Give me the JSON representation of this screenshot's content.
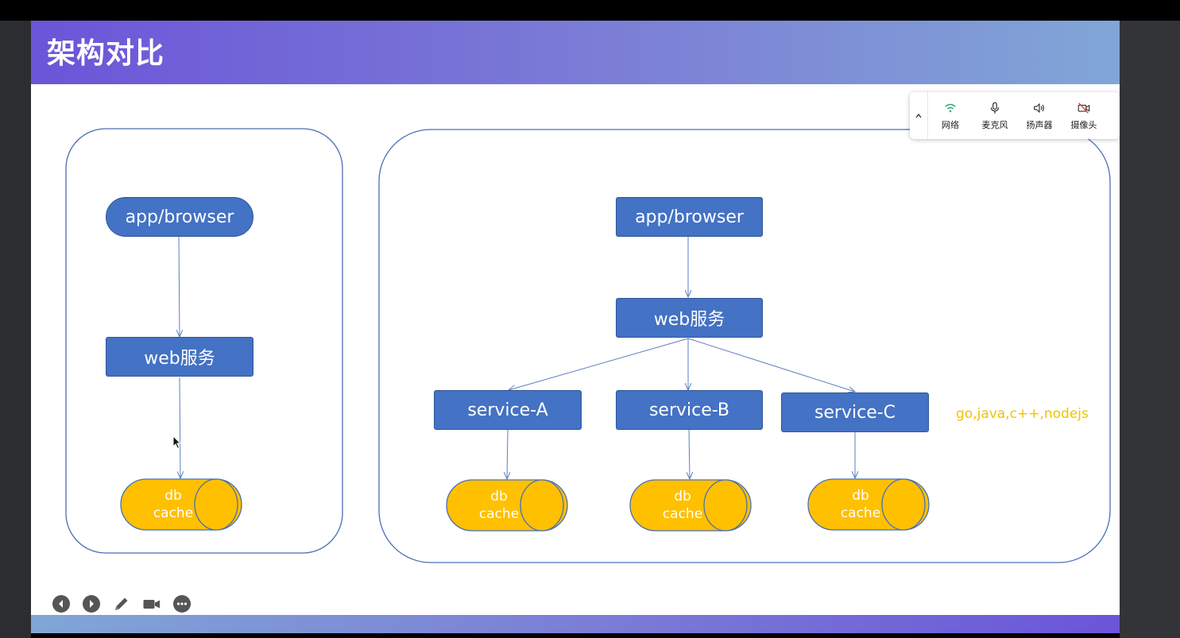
{
  "slide": {
    "title": "架构对比"
  },
  "left_diagram": {
    "client": "app/browser",
    "web": "web服务",
    "db_line1": "db",
    "db_line2": "cache"
  },
  "right_diagram": {
    "client": "app/browser",
    "web": "web服务",
    "services": [
      "service-A",
      "service-B",
      "service-C"
    ],
    "db_line1": "db",
    "db_line2": "cache",
    "annotation": "go,java,c++,nodejs"
  },
  "av_panel": {
    "items": [
      {
        "label": "网络",
        "icon": "wifi-icon"
      },
      {
        "label": "麦克风",
        "icon": "microphone-icon"
      },
      {
        "label": "扬声器",
        "icon": "speaker-icon"
      },
      {
        "label": "摄像头",
        "icon": "camera-off-icon"
      }
    ]
  },
  "toolbar": {
    "buttons": [
      "previous-slide",
      "next-slide",
      "pen",
      "video-camera",
      "more"
    ]
  },
  "colors": {
    "node_fill": "#4472c4",
    "cylinder_fill": "#ffc000",
    "annotation": "#f2c200",
    "header_gradient_start": "#6b55d8",
    "header_gradient_end": "#80a6d6"
  }
}
